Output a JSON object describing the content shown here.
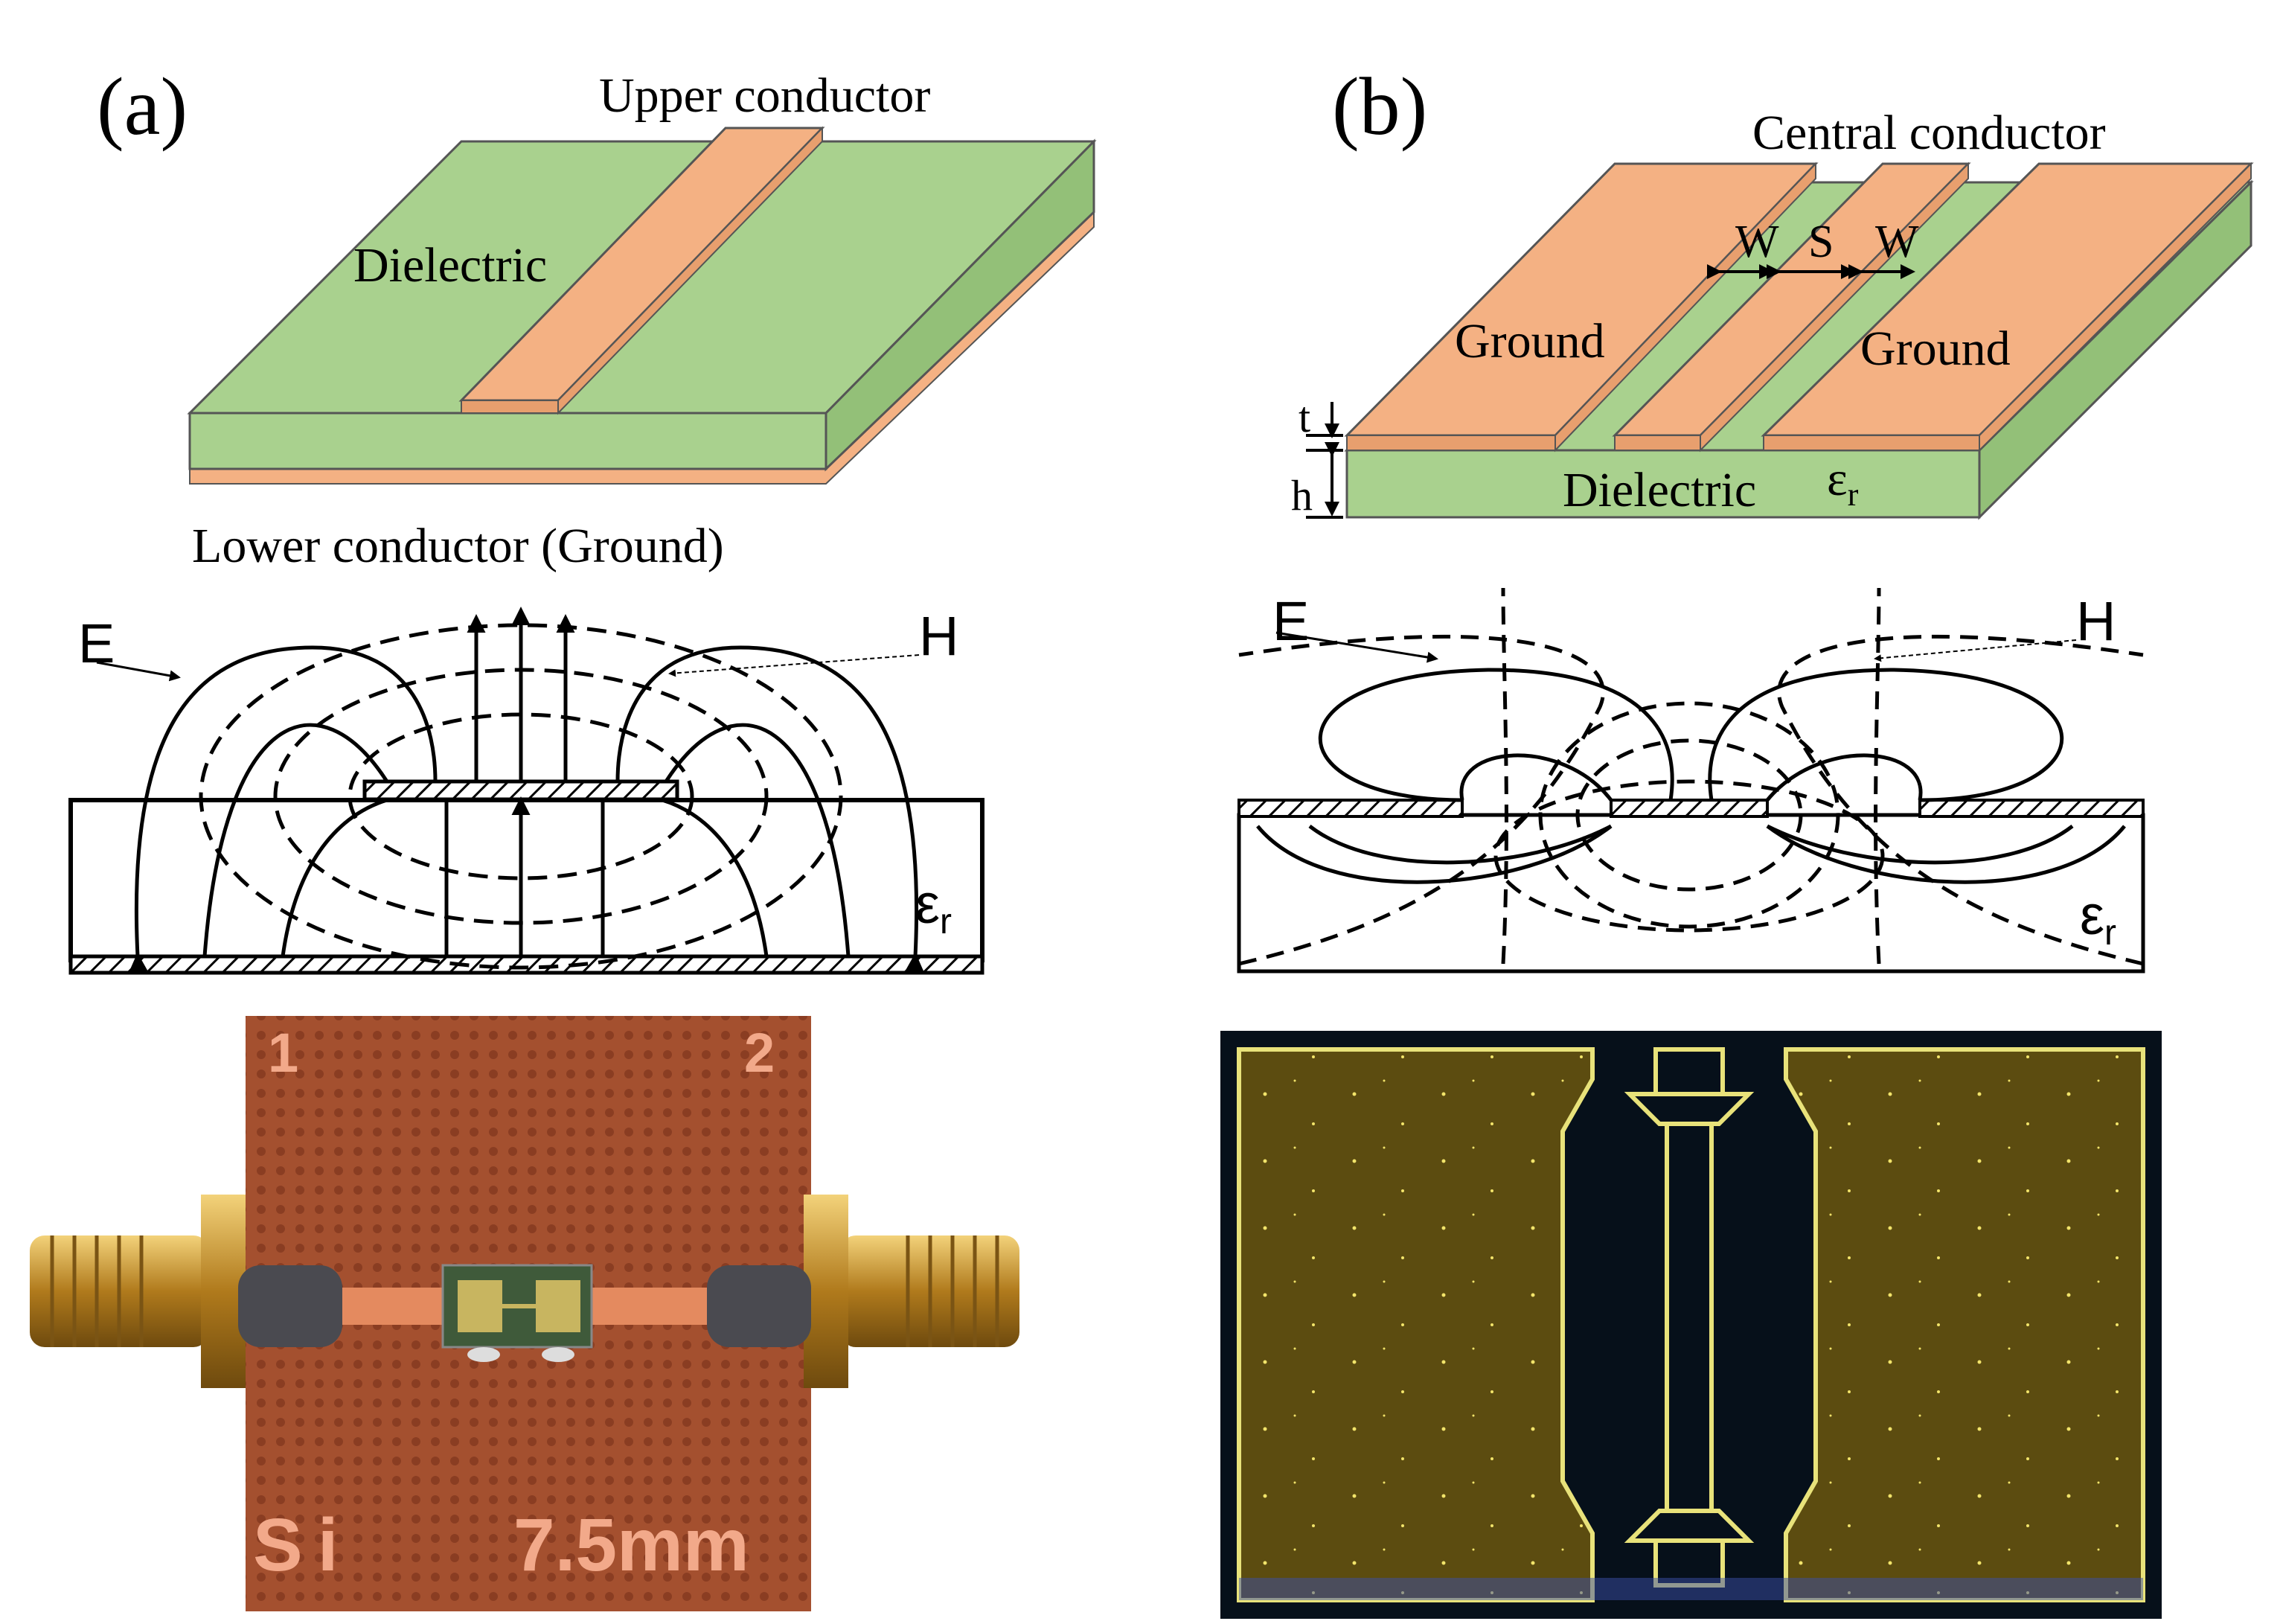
{
  "panel_a": {
    "label": "(a)",
    "upper_conductor": "Upper conductor",
    "dielectric": "Dielectric",
    "lower_conductor": "Lower conductor (Ground)",
    "field_e": "E",
    "field_h": "H",
    "eps": "ε",
    "eps_sub": "r",
    "photo_mark_1": "1",
    "photo_mark_2": "2",
    "photo_material": "Si",
    "photo_length": "7.5mm"
  },
  "panel_b": {
    "label": "(b)",
    "central_conductor": "Central conductor",
    "gap_w1": "W",
    "gap_s": "S",
    "gap_w2": "W",
    "ground_left": "Ground",
    "ground_right": "Ground",
    "thickness_t": "t",
    "height_h": "h",
    "dielectric": "Dielectric",
    "eps": "ε",
    "eps_sub": "r",
    "field_e": "E",
    "field_h": "H"
  },
  "colors": {
    "dielectric_green": "#a9d18e",
    "conductor_copper": "#f4b183",
    "pcb_brown": "#9c4a2a",
    "chip_dark": "#5a4a10",
    "chip_trace": "#e8e27a"
  }
}
